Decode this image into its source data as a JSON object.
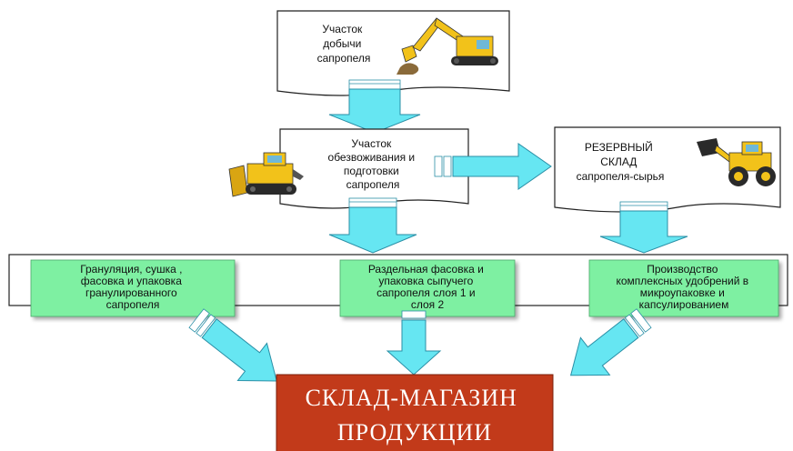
{
  "nodes": {
    "extraction": [
      "Участок",
      "добычи",
      "сапропеля"
    ],
    "dewatering": [
      "Участок",
      "обезвоживания и",
      "подготовки",
      "сапропеля"
    ],
    "reserve": [
      "РЕЗЕРВНЫЙ",
      "СКЛАД",
      "сапропеля-сырья"
    ]
  },
  "processes": {
    "granulation": [
      "Грануляция, сушка ,",
      "фасовка и упаковка",
      "гранулированного",
      "сапропеля"
    ],
    "packing": [
      "Раздельная фасовка и",
      "упаковка сыпучего",
      "сапропеля слоя 1 и",
      "слоя 2"
    ],
    "fertilizers": [
      "Производство",
      "комплексных удобрений в",
      "микроупаковке и",
      "капсулированием"
    ]
  },
  "store": [
    "СКЛАД-МАГАЗИН",
    "ПРОДУКЦИИ"
  ],
  "illustrations": [
    "excavator-icon",
    "bulldozer-icon",
    "wheel-loader-icon"
  ],
  "colors": {
    "arrow_fill": "#66e6f2",
    "arrow_stroke": "#2a8fa6",
    "process_fill": "#7ef0a2",
    "store_fill": "#c23a1a",
    "machine_yellow": "#f2c21a"
  }
}
